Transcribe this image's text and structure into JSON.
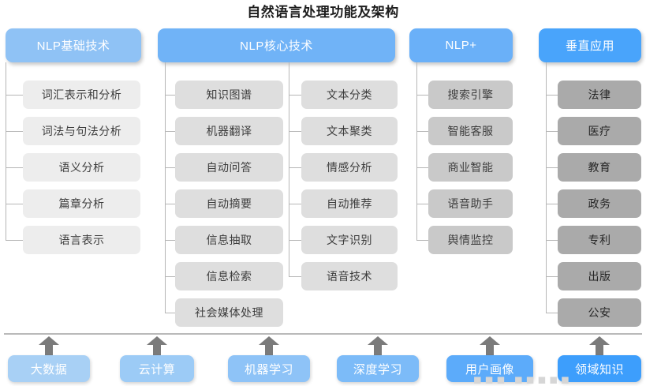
{
  "title": "自然语言处理功能及架构",
  "columns": [
    {
      "key": "nlp-basic",
      "header": "NLP基础技术",
      "header_color": "#8fc2f5",
      "leaf_color": "#ededed",
      "items": [
        "词汇表示和分析",
        "词法与句法分析",
        "语义分析",
        "篇章分析",
        "语言表示"
      ]
    },
    {
      "key": "nlp-core",
      "header": "NLP核心技术",
      "header_color": "#70b3f7",
      "leaf_color": "#dedede",
      "sub_columns": [
        {
          "key": "nlp-core-a",
          "items": [
            "知识图谱",
            "机器翻译",
            "自动问答",
            "自动摘要",
            "信息抽取",
            "信息检索",
            "社会媒体处理"
          ]
        },
        {
          "key": "nlp-core-b",
          "items": [
            "文本分类",
            "文本聚类",
            "情感分析",
            "自动推荐",
            "文字识别",
            "语音技术"
          ]
        }
      ]
    },
    {
      "key": "nlp-plus",
      "header": "NLP+",
      "header_color": "#6ab0f8",
      "leaf_color": "#c9c9c9",
      "items": [
        "搜索引擎",
        "智能客服",
        "商业智能",
        "语音助手",
        "舆情监控"
      ]
    },
    {
      "key": "vertical-apps",
      "header": "垂直应用",
      "header_color": "#49a4fb",
      "leaf_color": "#aaaaaa",
      "items": [
        "法律",
        "医疗",
        "教育",
        "政务",
        "专利",
        "出版",
        "公安"
      ]
    }
  ],
  "foundation": {
    "items": [
      {
        "label": "大数据",
        "color": "#a8d0f5"
      },
      {
        "label": "云计算",
        "color": "#9ccbf6"
      },
      {
        "label": "机器学习",
        "color": "#8ec3f7"
      },
      {
        "label": "深度学习",
        "color": "#7cbbf8"
      },
      {
        "label": "用户画像",
        "color": "#5cabfa"
      },
      {
        "label": "领域知识",
        "color": "#3d9efc"
      }
    ]
  },
  "watermark": "◼◼◼ ◼◼◼◼◼"
}
